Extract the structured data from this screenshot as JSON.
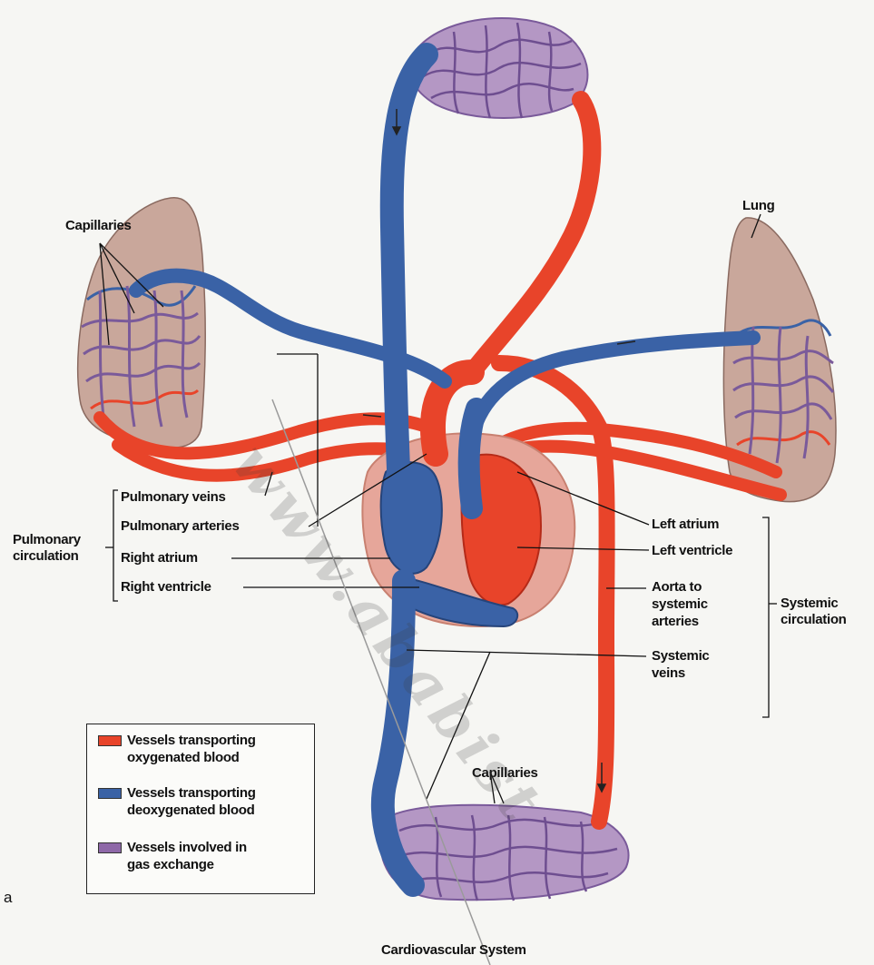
{
  "labels": {
    "capillaries_top_left": "Capillaries",
    "lung": "Lung",
    "pulmonary_veins": "Pulmonary veins",
    "pulmonary_arteries": "Pulmonary arteries",
    "right_atrium": "Right atrium",
    "right_ventricle": "Right ventricle",
    "pulmonary_circulation_1": "Pulmonary",
    "pulmonary_circulation_2": "circulation",
    "left_atrium": "Left atrium",
    "left_ventricle": "Left ventricle",
    "aorta_1": "Aorta to",
    "aorta_2": "systemic",
    "aorta_3": "arteries",
    "systemic_veins_1": "Systemic",
    "systemic_veins_2": "veins",
    "systemic_circulation_1": "Systemic",
    "systemic_circulation_2": "circulation",
    "capillaries_bottom": "Capillaries",
    "panel_letter": "a",
    "caption": "Cardiovascular System"
  },
  "legend": [
    {
      "line1": "Vessels transporting",
      "line2": "oxygenated blood",
      "color": "#e8442a"
    },
    {
      "line1": "Vessels transporting",
      "line2": "deoxygenated blood",
      "color": "#3a62a6"
    },
    {
      "line1": "Vessels involved in",
      "line2": "gas exchange",
      "color": "#8e68a8"
    }
  ],
  "watermark": "www.ababist",
  "colors": {
    "oxygenated": "#e8442a",
    "deoxygenated": "#3a62a6",
    "exchange": "#8e68a8",
    "lung_tissue": "#c9a79b",
    "pericardium": "#e6a69a"
  }
}
